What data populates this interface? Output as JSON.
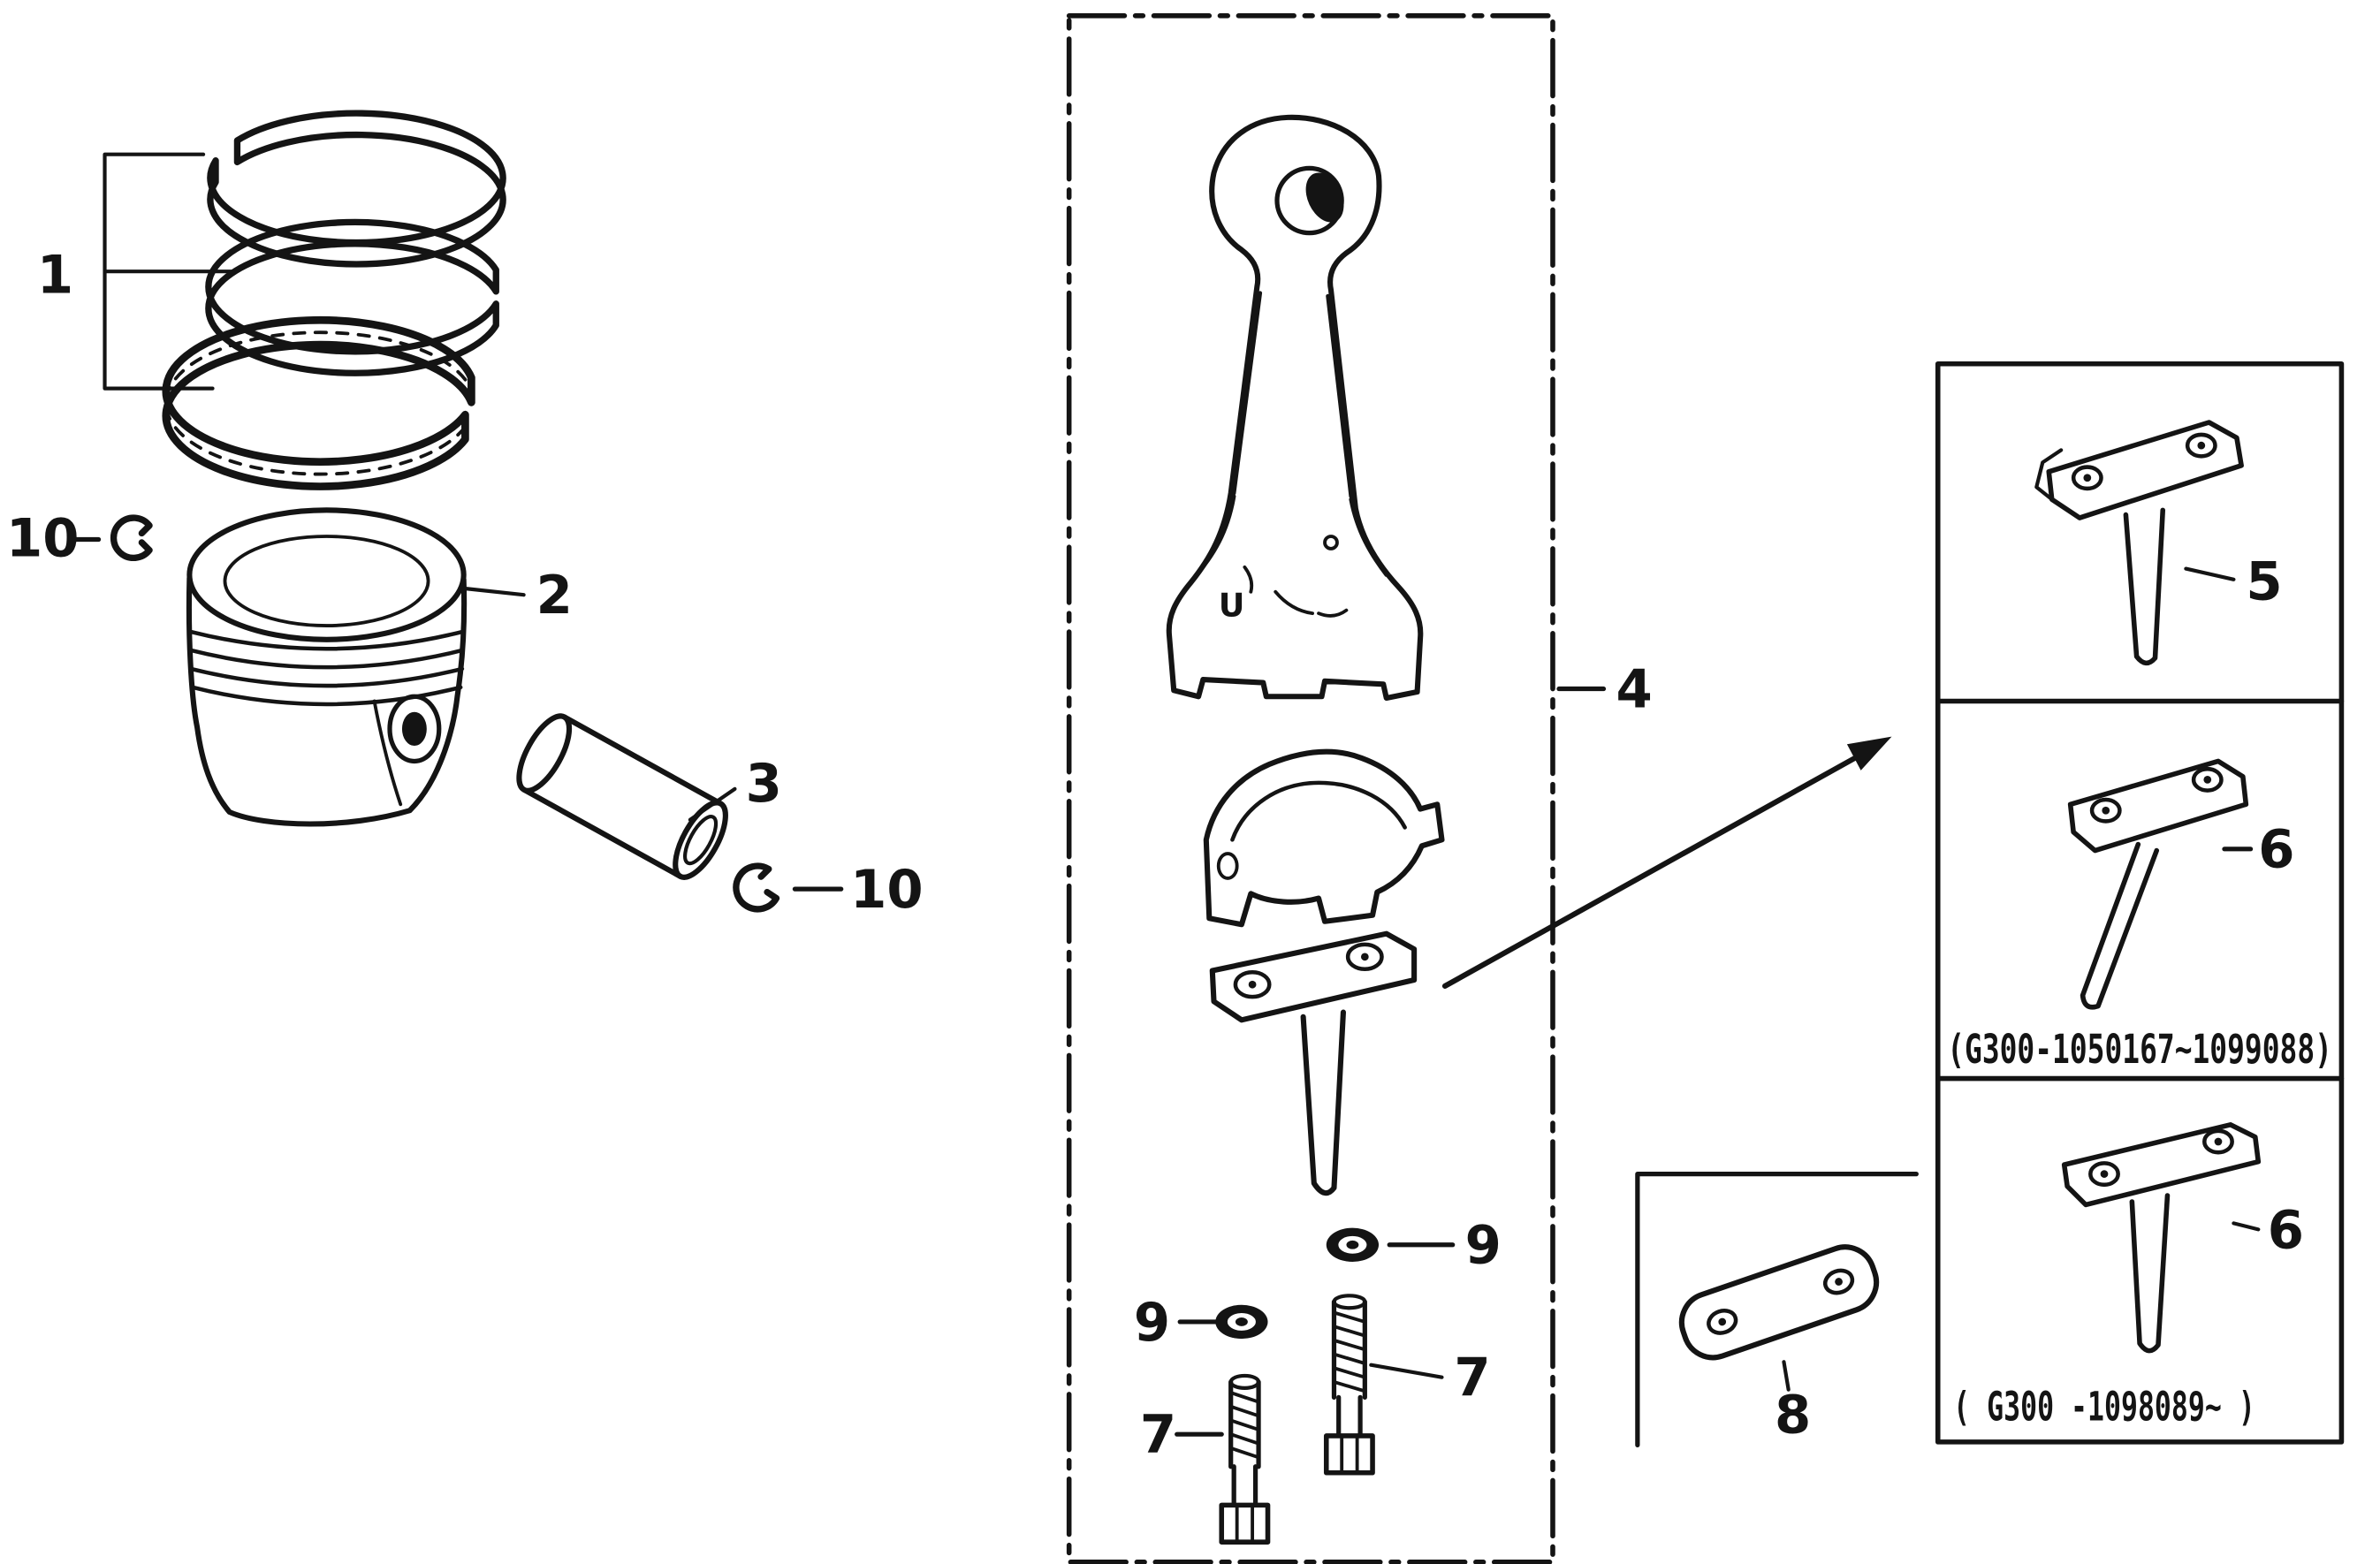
{
  "diagram": {
    "background": "#ffffff",
    "ink": "#141414",
    "kind": "exploded-parts-line-drawing"
  },
  "labels": {
    "part1_ring_set": "1",
    "part2_piston": "2",
    "part3_piston_pin": "3",
    "part4_connecting_rod": "4",
    "part5_rod_cap": "5",
    "part6_rod_cap_early": "6",
    "part6_rod_cap_late": "6",
    "part7_bolt_left": "7",
    "part7_bolt_right": "7",
    "part8_link_plate": "8",
    "part9_nut_upper": "9",
    "part9_nut_lower": "9",
    "part10_clip_left": "10",
    "part10_clip_right": "10",
    "rod_casting_mark": "U"
  },
  "captions": {
    "serial_early": "(G300-1050167~1099088)",
    "serial_late": "( G300 -1098089~ )"
  }
}
